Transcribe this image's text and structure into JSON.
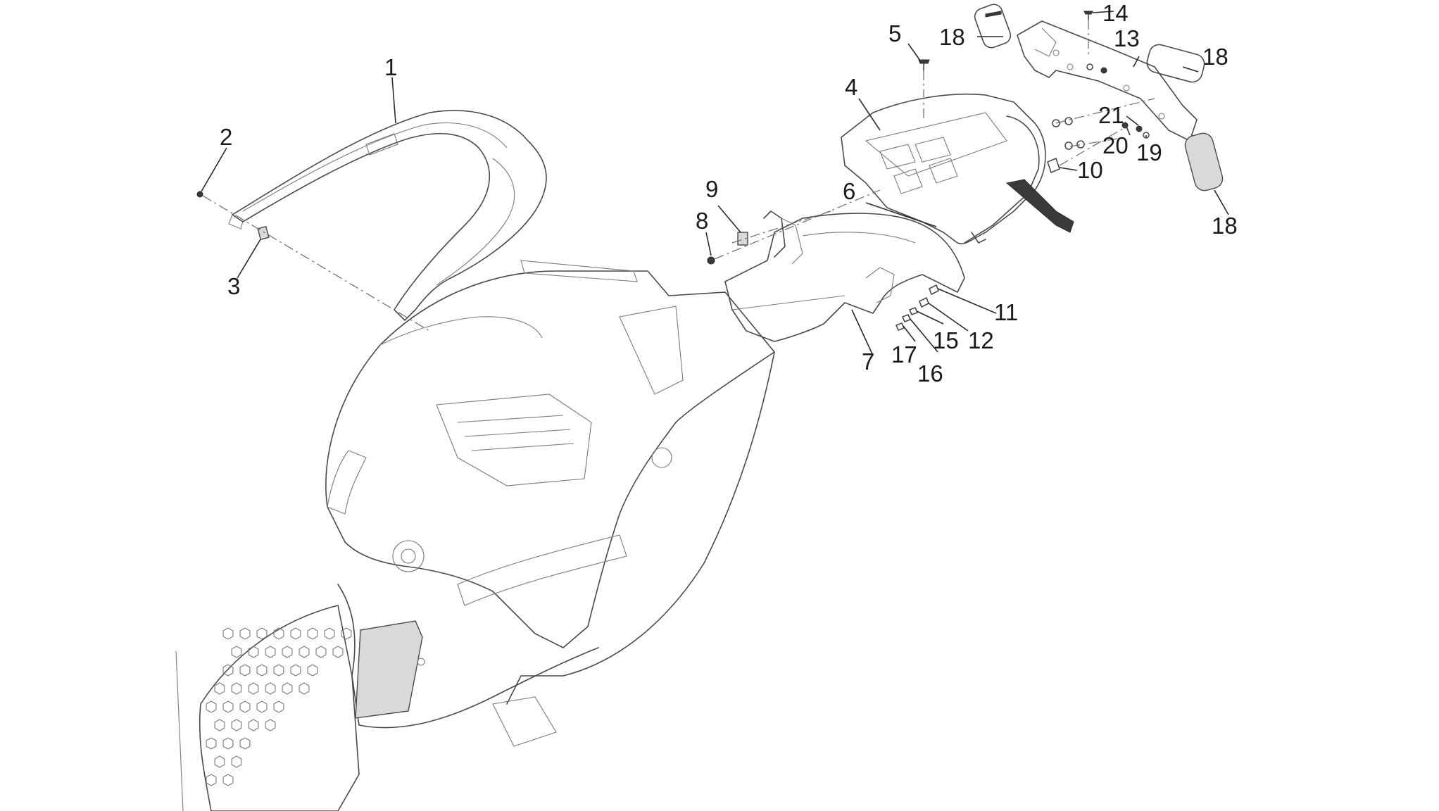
{
  "callouts": [
    {
      "id": "1",
      "label": "1"
    },
    {
      "id": "2",
      "label": "2"
    },
    {
      "id": "3",
      "label": "3"
    },
    {
      "id": "4",
      "label": "4"
    },
    {
      "id": "5",
      "label": "5"
    },
    {
      "id": "6",
      "label": "6"
    },
    {
      "id": "7",
      "label": "7"
    },
    {
      "id": "8",
      "label": "8"
    },
    {
      "id": "9",
      "label": "9"
    },
    {
      "id": "10",
      "label": "10"
    },
    {
      "id": "11",
      "label": "11"
    },
    {
      "id": "12",
      "label": "12"
    },
    {
      "id": "13",
      "label": "13"
    },
    {
      "id": "14",
      "label": "14"
    },
    {
      "id": "15",
      "label": "15"
    },
    {
      "id": "16",
      "label": "16"
    },
    {
      "id": "17",
      "label": "17"
    },
    {
      "id": "18a",
      "label": "18"
    },
    {
      "id": "18b",
      "label": "18"
    },
    {
      "id": "18c",
      "label": "18"
    },
    {
      "id": "19",
      "label": "19"
    },
    {
      "id": "20",
      "label": "20"
    },
    {
      "id": "21",
      "label": "21"
    }
  ],
  "colors": {
    "line": "#4a4a4a",
    "text": "#1a1a1a",
    "background": "#ffffff"
  }
}
